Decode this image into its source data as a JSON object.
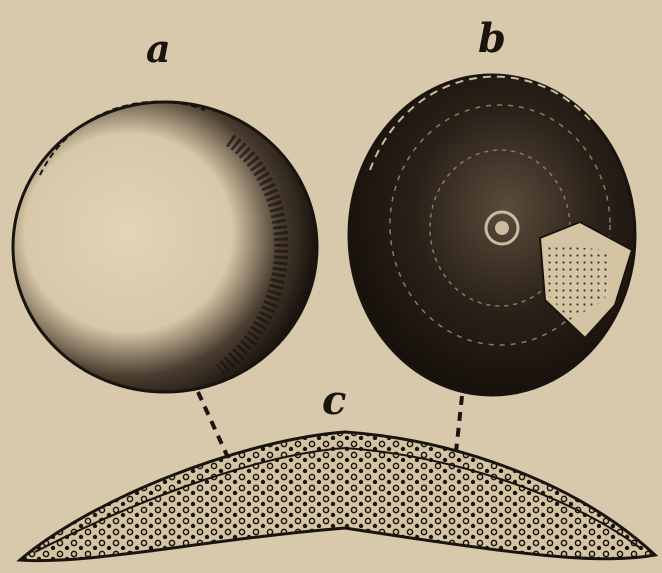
{
  "labels": {
    "a": "a",
    "b": "b",
    "c": "c"
  },
  "colors": {
    "paper": "#d9c9ac",
    "ink": "#1a140e"
  }
}
